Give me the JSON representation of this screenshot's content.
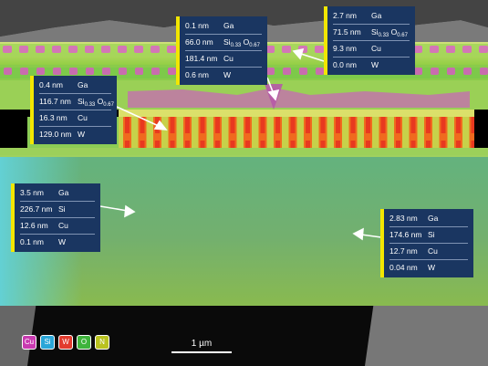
{
  "panels": [
    {
      "id": "top-left",
      "rows": [
        {
          "value": "0.4 nm",
          "element": "Ga"
        },
        {
          "value": "116.7 nm",
          "element": "Si",
          "sub1": "0.33",
          "el2": " O",
          "sub2": "0.67"
        },
        {
          "value": "16.3 nm",
          "element": "Cu"
        },
        {
          "value": "129.0 nm",
          "element": "W"
        }
      ]
    },
    {
      "id": "top-center",
      "rows": [
        {
          "value": "0.1 nm",
          "element": "Ga"
        },
        {
          "value": "66.0 nm",
          "element": "Si",
          "sub1": "0.33",
          "el2": " O",
          "sub2": "0.67"
        },
        {
          "value": "181.4 nm",
          "element": "Cu"
        },
        {
          "value": "0.6 nm",
          "element": "W"
        }
      ]
    },
    {
      "id": "top-right",
      "rows": [
        {
          "value": "2.7 nm",
          "element": "Ga"
        },
        {
          "value": "71.5 nm",
          "element": "Si",
          "sub1": "0.33",
          "el2": " O",
          "sub2": "0.67"
        },
        {
          "value": "9.3 nm",
          "element": "Cu"
        },
        {
          "value": "0.0 nm",
          "element": "W"
        }
      ]
    },
    {
      "id": "middle-left",
      "rows": [
        {
          "value": "3.5 nm",
          "element": "Ga"
        },
        {
          "value": "226.7 nm",
          "element": "Si"
        },
        {
          "value": "12.6 nm",
          "element": "Cu"
        },
        {
          "value": "0.1 nm",
          "element": "W"
        }
      ]
    },
    {
      "id": "middle-right",
      "rows": [
        {
          "value": "2.83 nm",
          "element": "Ga"
        },
        {
          "value": "174.6 nm",
          "element": "Si"
        },
        {
          "value": "12.7 nm",
          "element": "Cu"
        },
        {
          "value": "0.04 nm",
          "element": "W"
        }
      ]
    }
  ],
  "legend": [
    {
      "label": "Cu",
      "color": "#c83ab0"
    },
    {
      "label": "Si",
      "color": "#2aa6d8"
    },
    {
      "label": "W",
      "color": "#e23b2e"
    },
    {
      "label": "O",
      "color": "#3fb43c"
    },
    {
      "label": "N",
      "color": "#b9c21f"
    }
  ],
  "scalebar": {
    "label": "1 µm"
  },
  "colors": {
    "panel_bg": "#1a3661",
    "panel_accent": "#f2e600",
    "substrate": "#6fae7a",
    "oxide": "#8fd04a",
    "copper": "#c85ab4",
    "tungsten": "#f05a22"
  }
}
